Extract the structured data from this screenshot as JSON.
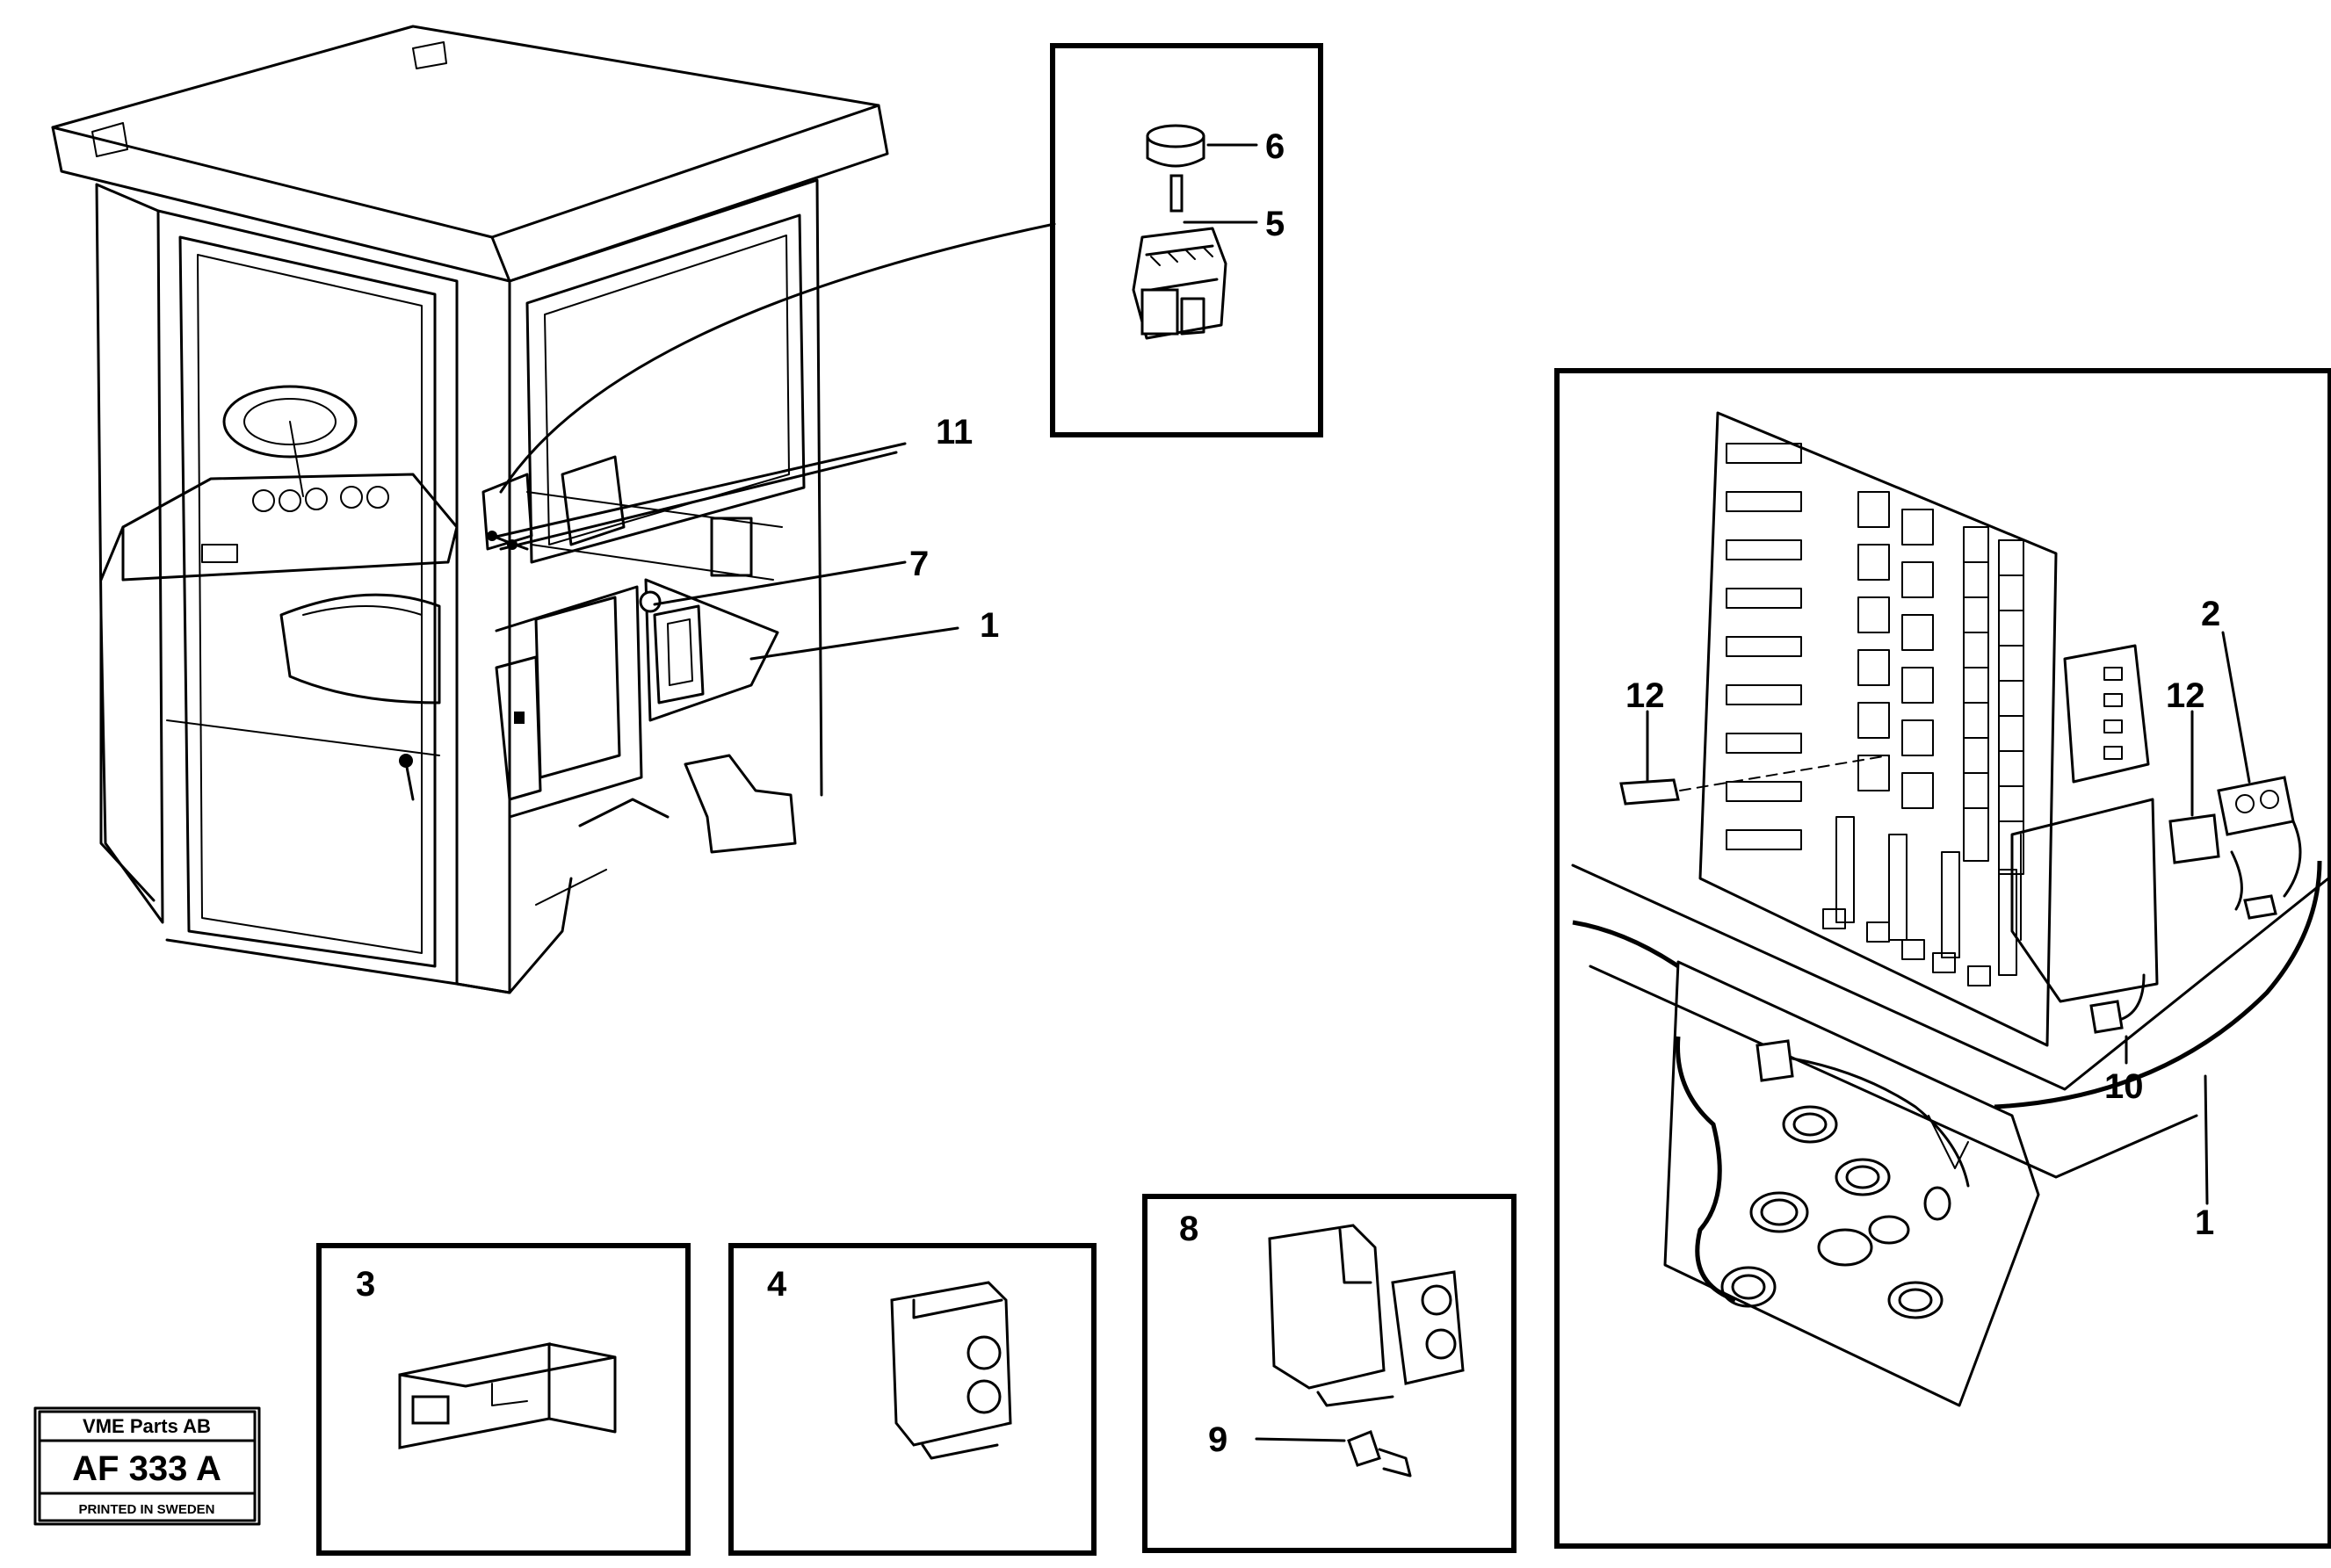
{
  "callouts": {
    "c1_main": "1",
    "c1_inset": "1",
    "c2": "2",
    "c3": "3",
    "c4": "4",
    "c5": "5",
    "c6": "6",
    "c7": "7",
    "c8": "8",
    "c9": "9",
    "c10": "10",
    "c11": "11",
    "c12_left": "12",
    "c12_right": "12"
  },
  "stamp": {
    "company": "VME Parts AB",
    "code": "AF 333 A",
    "footer": "PRINTED IN SWEDEN"
  }
}
